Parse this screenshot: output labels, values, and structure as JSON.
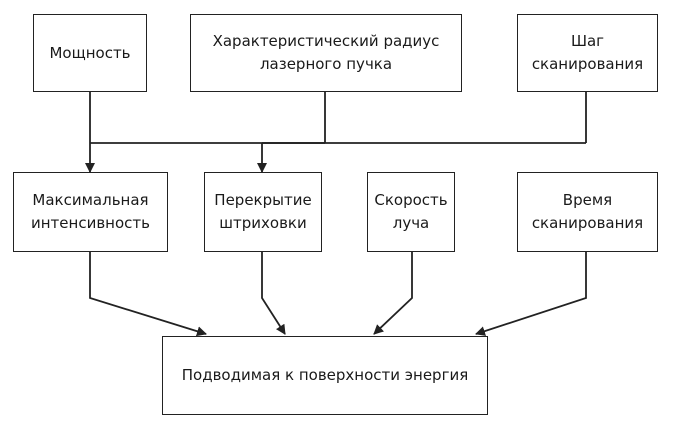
{
  "diagram": {
    "power": "Мощность",
    "beam_radius": "Характеристический радиус\nлазерного  пучка",
    "scan_step": "Шаг\nсканирования",
    "max_intensity": "Максимальная\nинтенсивность",
    "hatch_overlap": "Перекрытие\nштриховки",
    "beam_speed": "Скорость\nлуча",
    "scan_time": "Время\nсканирования",
    "surface_energy": "Подводимая к поверхности энергия"
  },
  "colors": {
    "line": "#222222",
    "text": "#1a1a1a",
    "background": "#ffffff"
  }
}
